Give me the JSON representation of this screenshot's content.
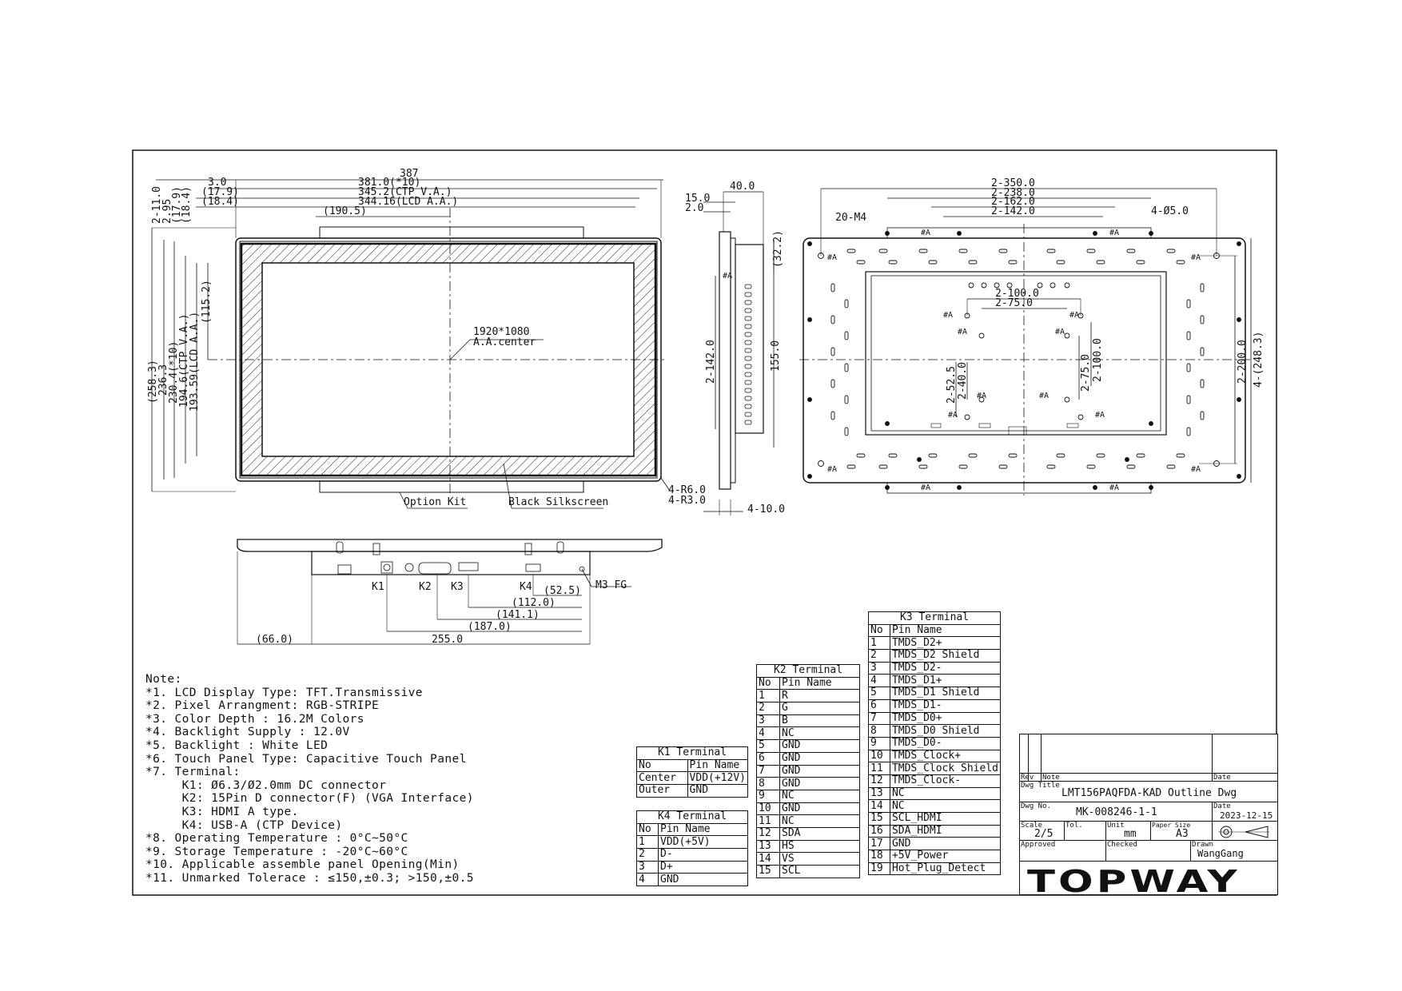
{
  "front_view": {
    "dims_top": {
      "overall": "387",
      "d1": "381.0(*10)",
      "d2": "345.2(CTP V.A.)",
      "d3": "344.16(LCD A.A.)",
      "d4": "(190.5)",
      "d5": "3.0",
      "d6": "(17.9)",
      "d7": "(18.4)"
    },
    "dims_left": {
      "a": "2-11.0",
      "b": "2.95",
      "c": "(17.9)",
      "d": "(18.4)",
      "e": "(258.3)",
      "f": "236.3",
      "g": "230.4(*10)",
      "h": "194.6(CTP V.A.)",
      "i": "193.59(LCD A.A.)",
      "j": "(115.2)"
    },
    "center_label": "1920*1080",
    "center_label2": "A.A.center",
    "option_kit": "Option Kit",
    "silkscreen": "Black Silkscreen",
    "radius1": "4-R6.0",
    "radius2": "4-R3.0"
  },
  "side_view": {
    "d1": "40.0",
    "d2": "15.0",
    "d3": "2.0",
    "d4": "(32.2)",
    "d5": "2-142.0",
    "d6": "155.0",
    "d7": "4-10.0",
    "mark": "#A"
  },
  "back_view": {
    "d1": "2-350.0",
    "d2": "2-238.0",
    "d3": "2-162.0",
    "d4": "2-142.0",
    "hole": "4-Ø5.0",
    "m4": "20-M4",
    "d5": "2-100.0",
    "d6": "2-75.0",
    "d7": "2-52.5",
    "d8": "2-40.0",
    "d9": "2-75.0",
    "d10": "2-100.0",
    "d11": "2-200.0",
    "d12": "4-(248.3)",
    "mark": "#A"
  },
  "bottom_view": {
    "k1": "K1",
    "k2": "K2",
    "k3": "K3",
    "k4": "K4",
    "m3": "M3 FG",
    "d1": "(52.5)",
    "d2": "(112.0)",
    "d3": "(141.1)",
    "d4": "(187.0)",
    "d5": "(66.0)",
    "d6": "255.0"
  },
  "notes": {
    "title": "Note:",
    "lines": [
      "*1. LCD Display Type: TFT.Transmissive",
      "*2. Pixel Arrangment: RGB-STRIPE",
      "*3. Color Depth : 16.2M Colors",
      "*4. Backlight Supply : 12.0V",
      "*5. Backlight : White LED",
      "*6. Touch Panel Type: Capacitive Touch Panel",
      "*7. Terminal:",
      "     K1: Ø6.3/Ø2.0mm DC connector",
      "     K2: 15Pin D connector(F) (VGA Interface)",
      "     K3: HDMI A type.",
      "     K4: USB-A (CTP Device)",
      "*8. Operating Temperature : 0°C~50°C",
      "*9. Storage Temperature : -20°C~60°C",
      "*10. Applicable assemble panel Opening(Min)",
      "*11. Unmarked Tolerace : ≤150,±0.3; >150,±0.5"
    ]
  },
  "k1_table": {
    "title": "K1 Terminal",
    "headers": [
      "No",
      "Pin Name"
    ],
    "rows": [
      [
        "Center",
        "VDD(+12V)"
      ],
      [
        "Outer",
        "GND"
      ]
    ]
  },
  "k4_table": {
    "title": "K4 Terminal",
    "headers": [
      "No",
      "Pin Name"
    ],
    "rows": [
      [
        "1",
        "VDD(+5V)"
      ],
      [
        "2",
        "D-"
      ],
      [
        "3",
        "D+"
      ],
      [
        "4",
        "GND"
      ]
    ]
  },
  "k2_table": {
    "title": "K2 Terminal",
    "headers": [
      "No",
      "Pin Name"
    ],
    "rows": [
      [
        "1",
        "R"
      ],
      [
        "2",
        "G"
      ],
      [
        "3",
        "B"
      ],
      [
        "4",
        "NC"
      ],
      [
        "5",
        "GND"
      ],
      [
        "6",
        "GND"
      ],
      [
        "7",
        "GND"
      ],
      [
        "8",
        "GND"
      ],
      [
        "9",
        "NC"
      ],
      [
        "10",
        "GND"
      ],
      [
        "11",
        "NC"
      ],
      [
        "12",
        "SDA"
      ],
      [
        "13",
        "HS"
      ],
      [
        "14",
        "VS"
      ],
      [
        "15",
        "SCL"
      ]
    ]
  },
  "k3_table": {
    "title": "K3 Terminal",
    "headers": [
      "No",
      "Pin Name"
    ],
    "rows": [
      [
        "1",
        "TMDS_D2+"
      ],
      [
        "2",
        "TMDS_D2 Shield"
      ],
      [
        "3",
        "TMDS_D2-"
      ],
      [
        "4",
        "TMDS_D1+"
      ],
      [
        "5",
        "TMDS_D1 Shield"
      ],
      [
        "6",
        "TMDS_D1-"
      ],
      [
        "7",
        "TMDS_D0+"
      ],
      [
        "8",
        "TMDS_D0 Shield"
      ],
      [
        "9",
        "TMDS_D0-"
      ],
      [
        "10",
        "TMDS_Clock+"
      ],
      [
        "11",
        "TMDS_Clock Shield"
      ],
      [
        "12",
        "TMDS_Clock-"
      ],
      [
        "13",
        "NC"
      ],
      [
        "14",
        "NC"
      ],
      [
        "15",
        "SCL_HDMI"
      ],
      [
        "16",
        "SDA_HDMI"
      ],
      [
        "17",
        "GND"
      ],
      [
        "18",
        "+5V_Power"
      ],
      [
        "19",
        "Hot_Plug_Detect"
      ]
    ]
  },
  "title_block": {
    "rev_label": "Rev",
    "note_label": "Note",
    "date_label": "Date",
    "dwg_title_label": "Dwg Title",
    "dwg_title": "LMT156PAQFDA-KAD Outline Dwg",
    "dwg_no_label": "Dwg No.",
    "dwg_no": "MK-008246-1-1",
    "date2_label": "Date",
    "date": "2023-12-15",
    "scale_label": "Scale",
    "scale": "2/5",
    "tol_label": "Tol.",
    "unit_label": "Unit",
    "unit": "mm",
    "paper_label": "Paper Size",
    "paper": "A3",
    "approved_label": "Approved",
    "checked_label": "Checked",
    "drawn_label": "Drawn",
    "drawn": "WangGang",
    "logo": "TOPWAY"
  }
}
